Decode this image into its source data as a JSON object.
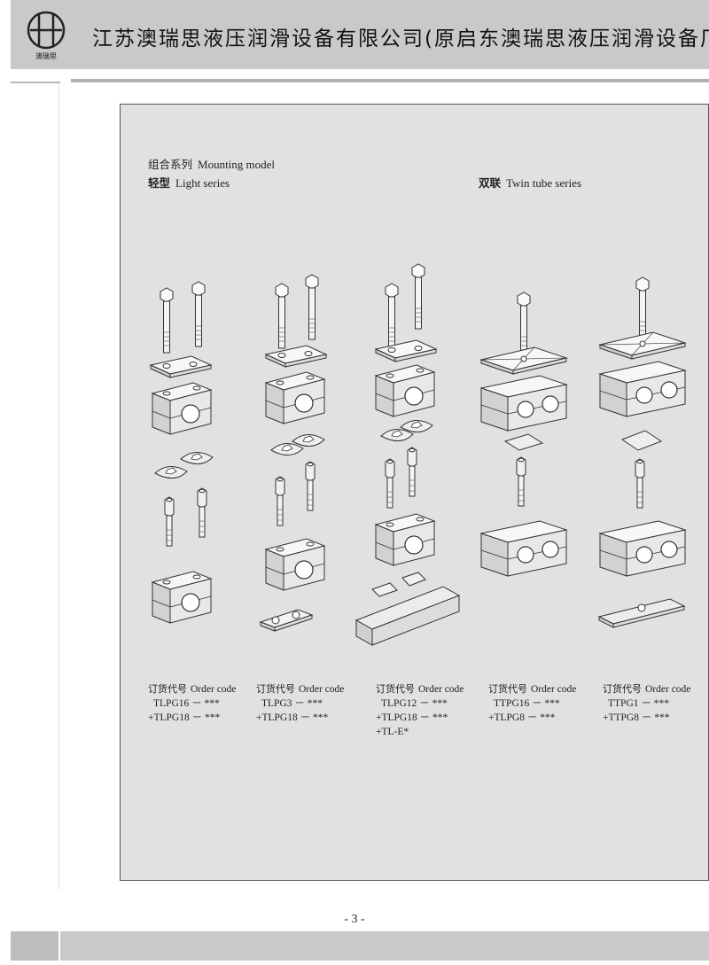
{
  "header": {
    "logo_text": "澳瑞思",
    "company": "江苏澳瑞思液压润滑设备有限公司(原启东澳瑞思液压润滑设备厂)"
  },
  "captions": {
    "mounting_cn": "组合系列",
    "mounting_en": "Mounting model",
    "light_cn": "轻型",
    "light_en": "Light series",
    "twin_cn": "双联",
    "twin_en": "Twin tube series"
  },
  "orders": [
    {
      "label_cn": "订货代号",
      "label_en": "Order code",
      "codes": [
        "TLPG16 － ***",
        "+TLPG18 － ***"
      ]
    },
    {
      "label_cn": "订货代号",
      "label_en": "Order code",
      "codes": [
        "TLPG3 － ***",
        "+TLPG18 － ***"
      ]
    },
    {
      "label_cn": "订货代号",
      "label_en": "Order code",
      "codes": [
        "TLPG12 － ***",
        "+TLPG18 － ***",
        "+TL-E*"
      ]
    },
    {
      "label_cn": "订货代号",
      "label_en": "Order code",
      "codes": [
        "TTPG16 － ***",
        "+TLPG8 － ***"
      ]
    },
    {
      "label_cn": "订货代号",
      "label_en": "Order code",
      "codes": [
        "TTPG1 － ***",
        "+TTPG8 － ***"
      ]
    }
  ],
  "page_number": "- 3 -"
}
